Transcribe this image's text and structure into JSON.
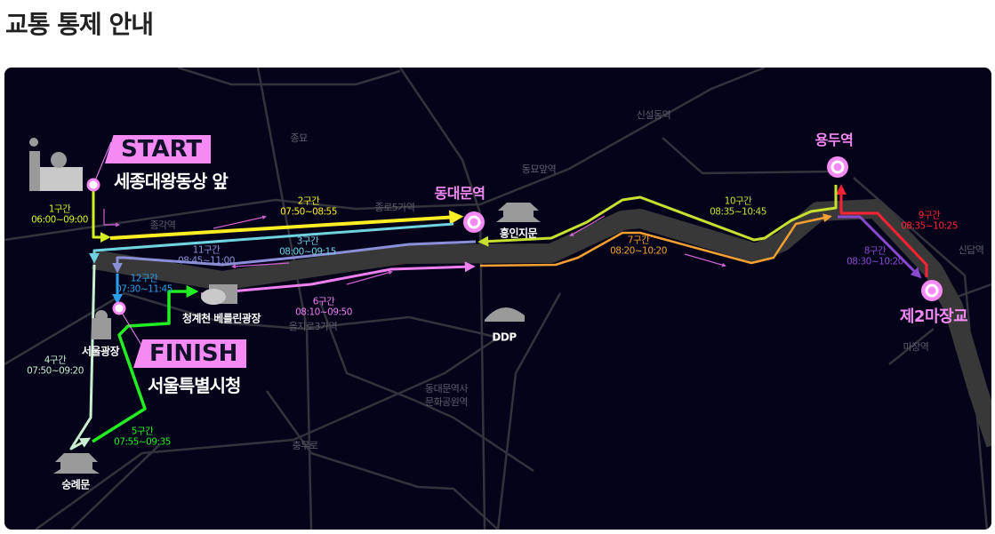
{
  "title": "교통 통제 안내",
  "start": {
    "badge": "START",
    "place": "세종대왕동상 앞"
  },
  "finish": {
    "badge": "FINISH",
    "place": "서울특별시청"
  },
  "turnpoints": {
    "dongdaemun": "동대문역",
    "yongdu": "용두역",
    "majang": "제2마장교"
  },
  "landmarks": {
    "heunginjimun": "흥인지문",
    "ddp": "DDP",
    "berlin": "청계천 베를린광장",
    "plaza": "서울광장",
    "sungnyemun": "숭례문"
  },
  "stations": [
    "종묘",
    "신설동역",
    "동묘앞역",
    "종로5가역",
    "종각역",
    "을지로3가역",
    "동대문역사",
    "문화공원역",
    "충무로",
    "신답역",
    "마장역"
  ],
  "sections": [
    {
      "name": "1구간",
      "time": "06:00~09:00",
      "color": "#d4f01e"
    },
    {
      "name": "2구간",
      "time": "07:50~08:55",
      "color": "#ffee22"
    },
    {
      "name": "3구간",
      "time": "08:00~09:15",
      "color": "#6fd3e0"
    },
    {
      "name": "4구간",
      "time": "07:50~09:20",
      "color": "#c8efd0"
    },
    {
      "name": "5구간",
      "time": "07:55~09:35",
      "color": "#22ee22"
    },
    {
      "name": "6구간",
      "time": "08:10~09:50",
      "color": "#f07ff0"
    },
    {
      "name": "7구간",
      "time": "08:20~10:20",
      "color": "#f5a030"
    },
    {
      "name": "8구간",
      "time": "08:30~10:20",
      "color": "#8a4ad0"
    },
    {
      "name": "9구간",
      "time": "08:35~10:25",
      "color": "#ff2233"
    },
    {
      "name": "10구간",
      "time": "08:35~10:45",
      "color": "#c8e030"
    },
    {
      "name": "11구간",
      "time": "08:45~11:00",
      "color": "#8a8fd8"
    },
    {
      "name": "12구간",
      "time": "07:30~11:45",
      "color": "#2aa0e8"
    }
  ]
}
